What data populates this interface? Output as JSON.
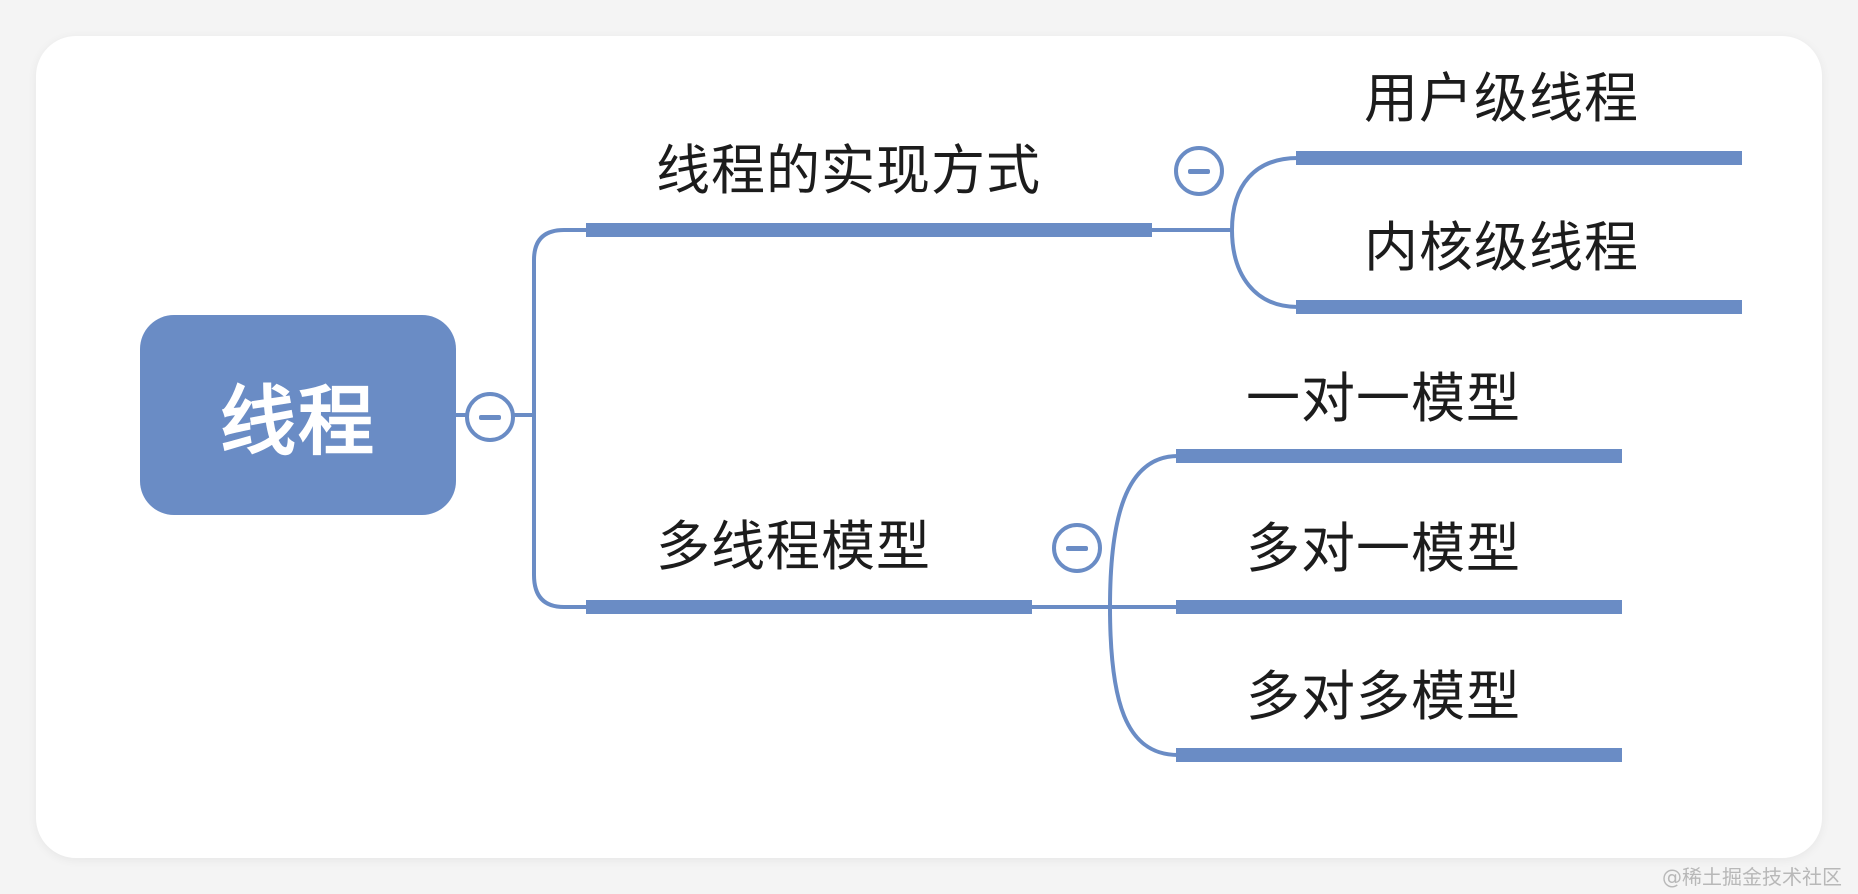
{
  "root": {
    "label": "线程"
  },
  "branches": [
    {
      "label": "线程的实现方式",
      "children": [
        "用户级线程",
        "内核级线程"
      ]
    },
    {
      "label": "多线程模型",
      "children": [
        "一对一模型",
        "多对一模型",
        "多对多模型"
      ]
    }
  ],
  "toggle_symbol": "collapse-minus-icon",
  "colors": {
    "accent": "#6a8cc5",
    "line": "#6a8cc5",
    "text": "#1c1c1c",
    "card": "#ffffff",
    "background": "#f4f4f4"
  },
  "watermark": "@稀土掘金技术社区"
}
